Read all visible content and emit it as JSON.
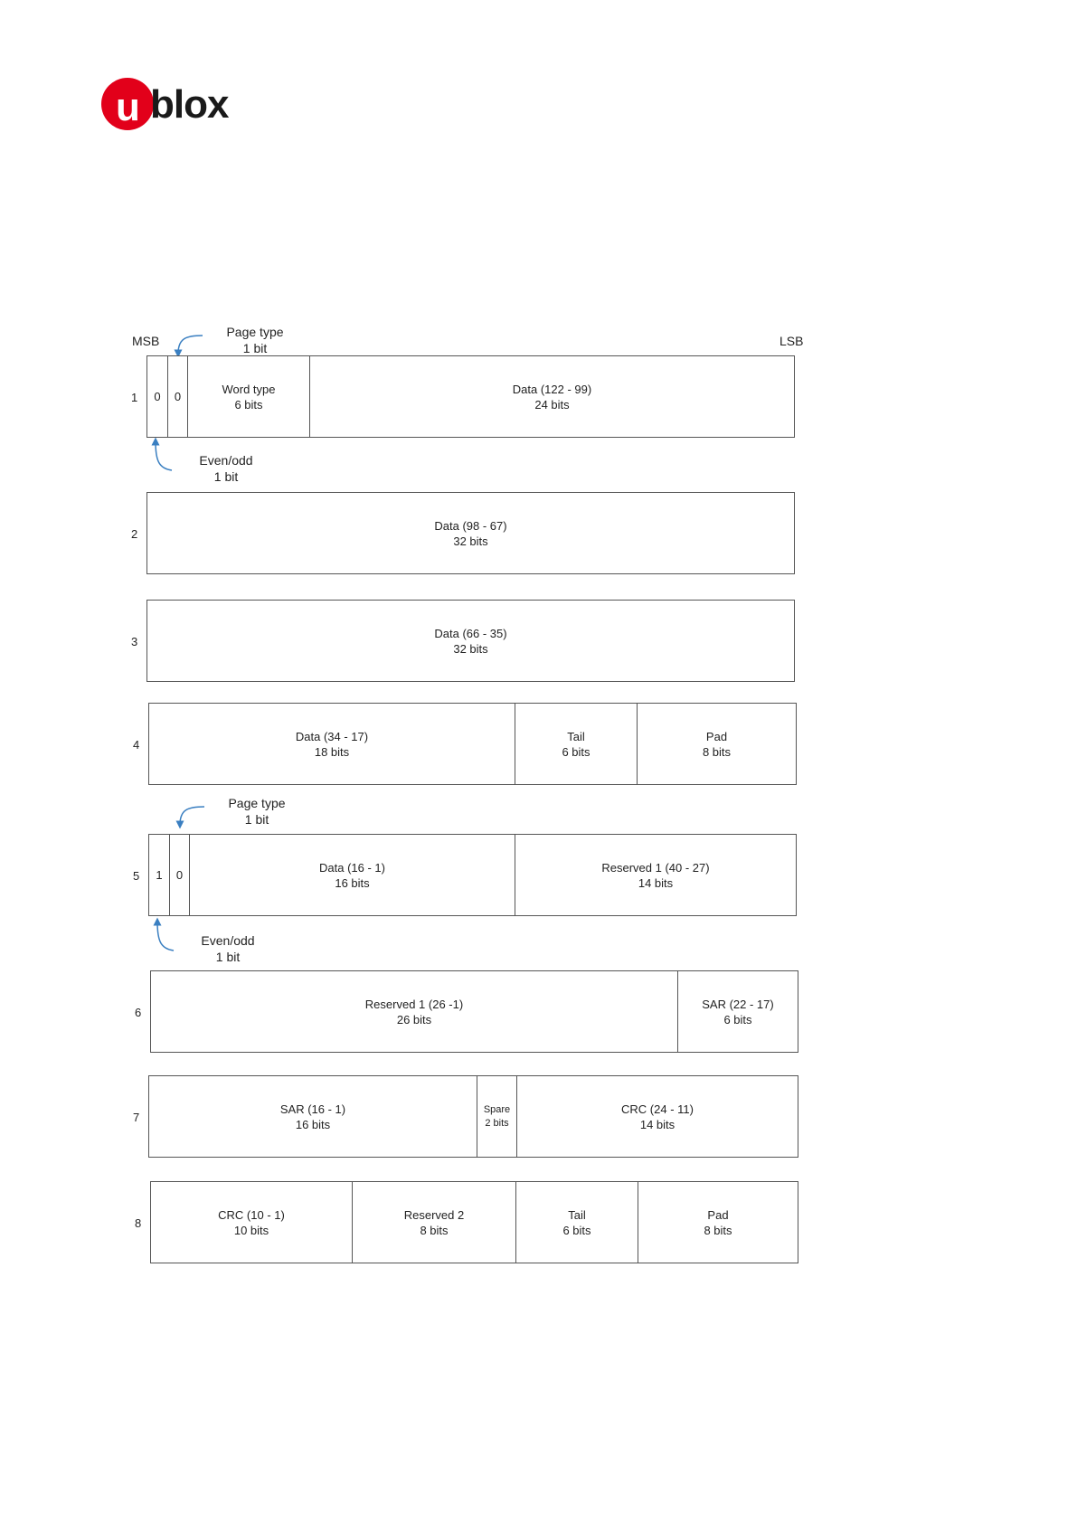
{
  "logo": {
    "prefix": "u",
    "suffix": "blox"
  },
  "header": {
    "msb": "MSB",
    "lsb": "LSB"
  },
  "annotations": {
    "page_type_1": {
      "title": "Page type",
      "size": "1 bit"
    },
    "even_odd_1": {
      "title": "Even/odd",
      "size": "1 bit"
    },
    "page_type_5": {
      "title": "Page type",
      "size": "1 bit"
    },
    "even_odd_5": {
      "title": "Even/odd",
      "size": "1 bit"
    }
  },
  "words": [
    {
      "num": "1",
      "fields": [
        {
          "name": "0",
          "bits": ""
        },
        {
          "name": "0",
          "bits": ""
        },
        {
          "name": "Word type",
          "bits": "6 bits"
        },
        {
          "name": "Data (122 - 99)",
          "bits": "24 bits"
        }
      ]
    },
    {
      "num": "2",
      "fields": [
        {
          "name": "Data (98 - 67)",
          "bits": "32 bits"
        }
      ]
    },
    {
      "num": "3",
      "fields": [
        {
          "name": "Data (66 - 35)",
          "bits": "32 bits"
        }
      ]
    },
    {
      "num": "4",
      "fields": [
        {
          "name": "Data (34 - 17)",
          "bits": "18 bits"
        },
        {
          "name": "Tail",
          "bits": "6 bits"
        },
        {
          "name": "Pad",
          "bits": "8 bits"
        }
      ]
    },
    {
      "num": "5",
      "fields": [
        {
          "name": "1",
          "bits": ""
        },
        {
          "name": "0",
          "bits": ""
        },
        {
          "name": "Data (16 - 1)",
          "bits": "16 bits"
        },
        {
          "name": "Reserved 1 (40 - 27)",
          "bits": "14 bits"
        }
      ]
    },
    {
      "num": "6",
      "fields": [
        {
          "name": "Reserved 1 (26 -1)",
          "bits": "26 bits"
        },
        {
          "name": "SAR (22 - 17)",
          "bits": "6 bits"
        }
      ]
    },
    {
      "num": "7",
      "fields": [
        {
          "name": "SAR (16 - 1)",
          "bits": "16 bits"
        },
        {
          "name": "Spare",
          "bits": "2 bits"
        },
        {
          "name": "CRC (24 - 11)",
          "bits": "14 bits"
        }
      ]
    },
    {
      "num": "8",
      "fields": [
        {
          "name": "CRC (10 - 1)",
          "bits": "10 bits"
        },
        {
          "name": "Reserved 2",
          "bits": "8 bits"
        },
        {
          "name": "Tail",
          "bits": "6 bits"
        },
        {
          "name": "Pad",
          "bits": "8 bits"
        }
      ]
    }
  ]
}
